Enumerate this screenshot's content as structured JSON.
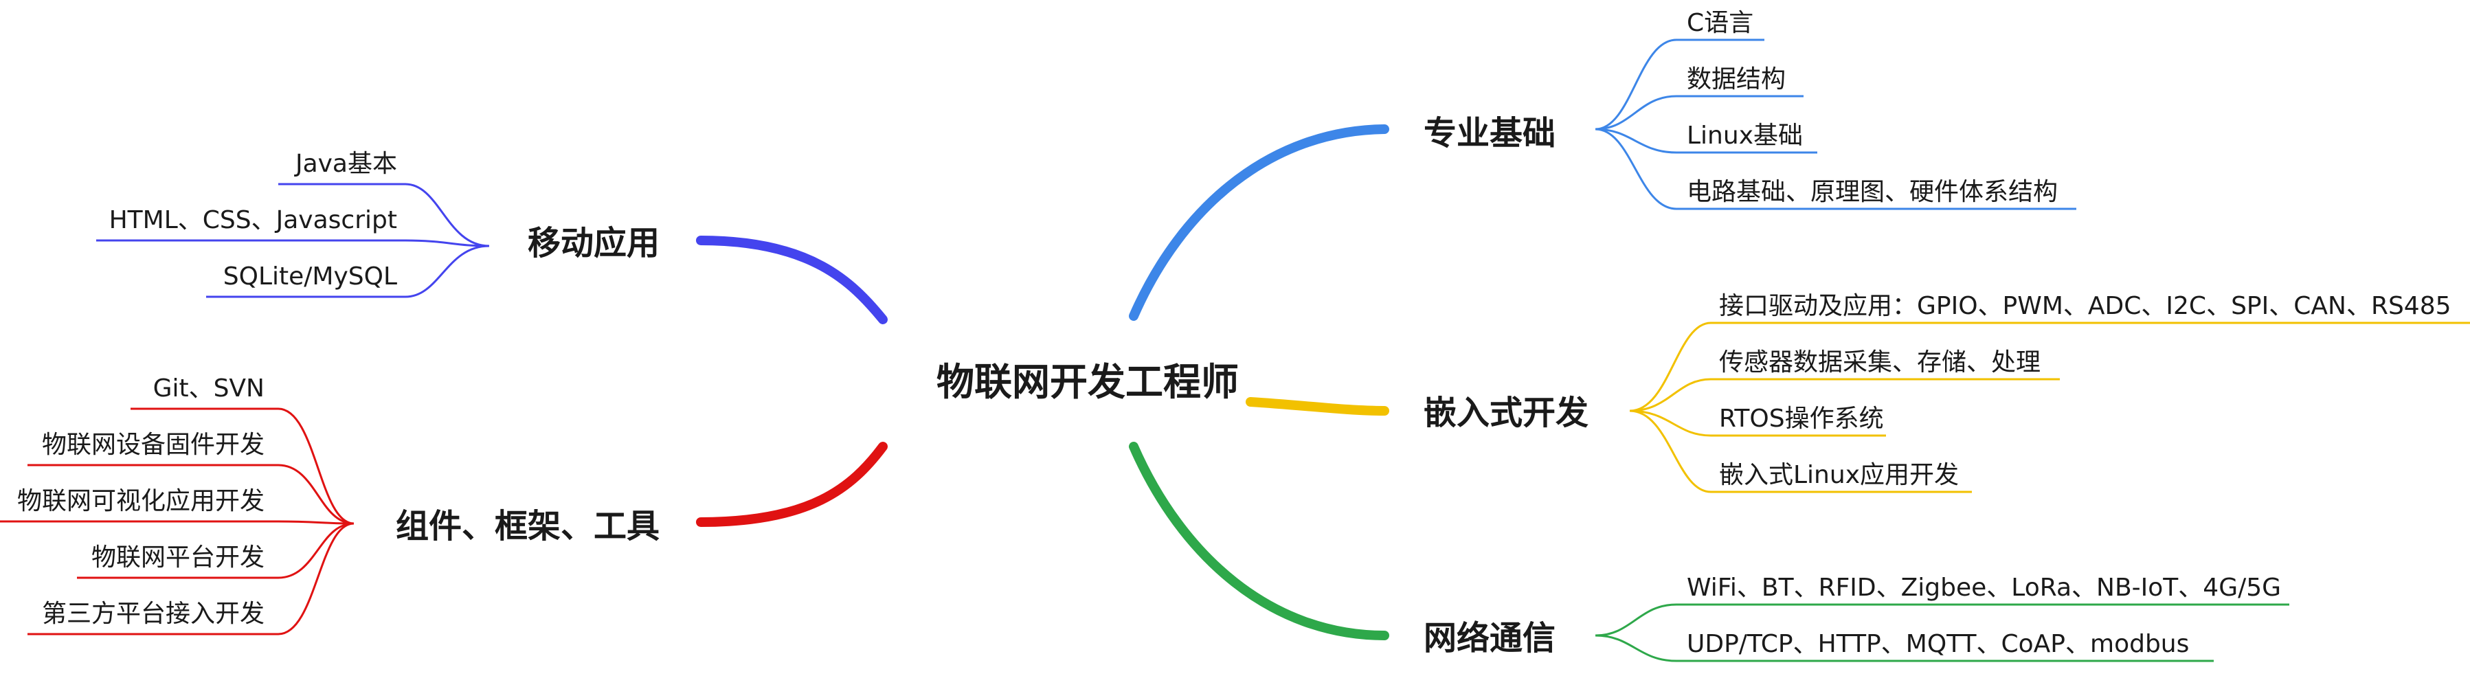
{
  "center": {
    "label": "物联网开发工程师"
  },
  "colors": {
    "mobile": "#4444ee",
    "components": "#e01212",
    "professional": "#3d86e8",
    "embedded": "#f2c100",
    "network": "#2ea84a"
  },
  "branches": [
    {
      "key": "mobile",
      "label": "移动应用",
      "items": [
        "Java基本",
        "HTML、CSS、Javascript",
        "SQLite/MySQL"
      ]
    },
    {
      "key": "components",
      "label": "组件、框架、工具",
      "items": [
        "Git、SVN",
        "物联网设备固件开发",
        "物联网可视化应用开发",
        "物联网平台开发",
        "第三方平台接入开发"
      ]
    },
    {
      "key": "professional",
      "label": "专业基础",
      "items": [
        "C语言",
        "数据结构",
        "Linux基础",
        "电路基础、原理图、硬件体系结构"
      ]
    },
    {
      "key": "embedded",
      "label": "嵌入式开发",
      "items": [
        "接口驱动及应用：GPIO、PWM、ADC、I2C、SPI、CAN、RS485",
        "传感器数据采集、存储、处理",
        "RTOS操作系统",
        "嵌入式Linux应用开发"
      ]
    },
    {
      "key": "network",
      "label": "网络通信",
      "items": [
        "WiFi、BT、RFID、Zigbee、LoRa、NB-IoT、4G/5G",
        "UDP/TCP、HTTP、MQTT、CoAP、modbus"
      ]
    }
  ]
}
